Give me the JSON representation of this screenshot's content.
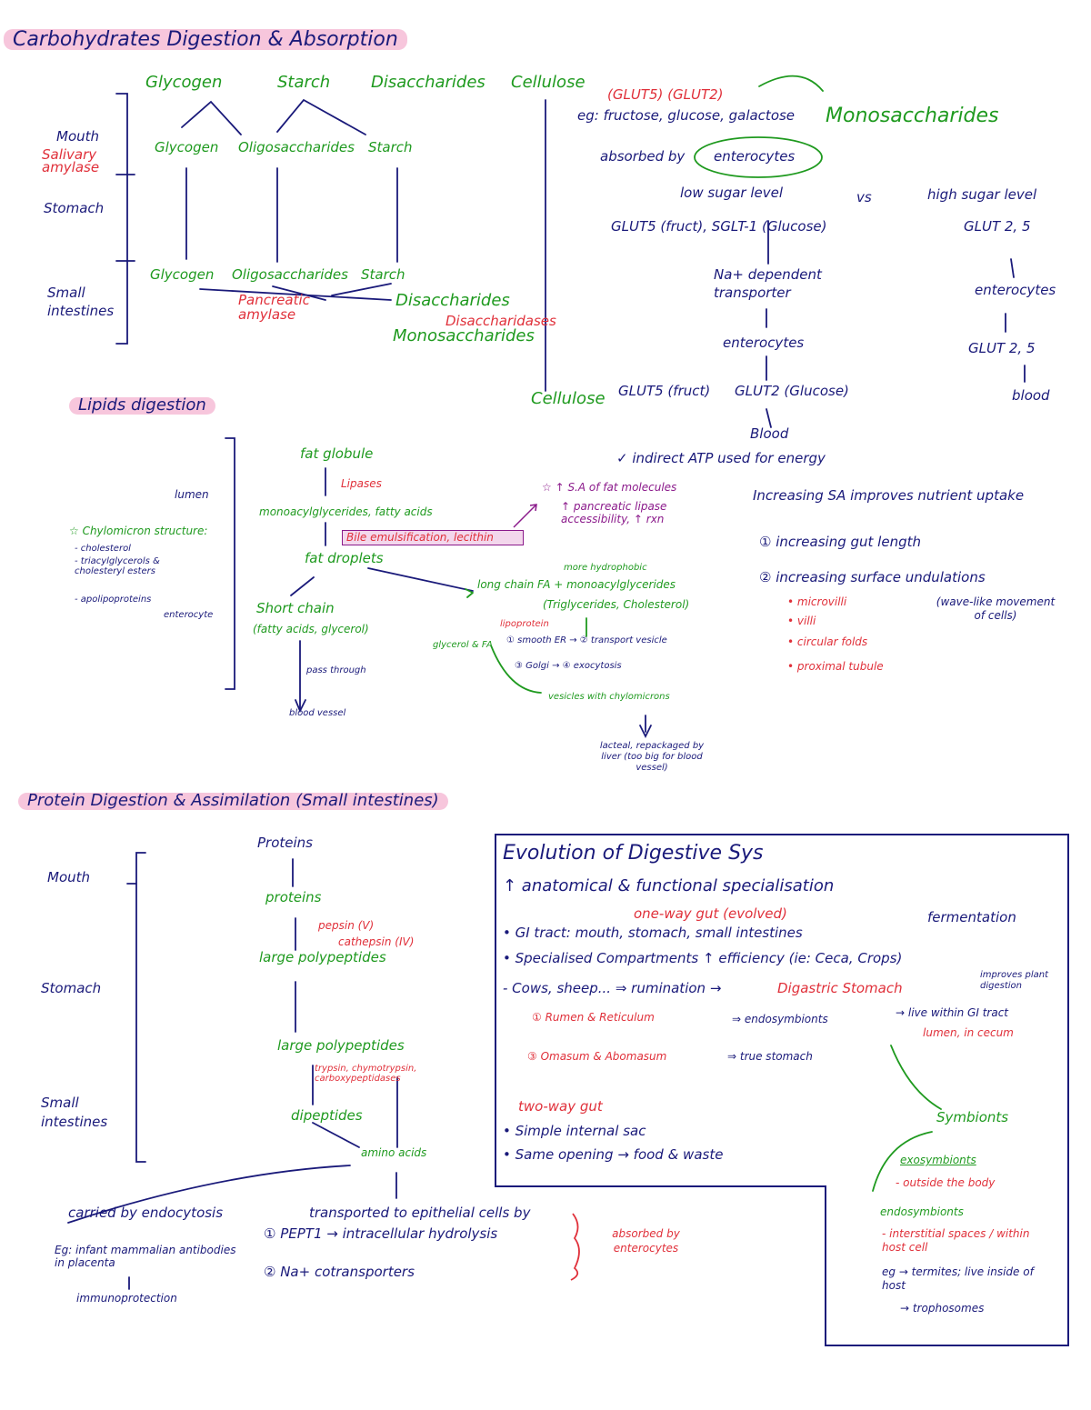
{
  "carbs": {
    "title": "Carbohydrates Digestion & Absorption",
    "top": [
      "Glycogen",
      "Starch",
      "Disaccharides",
      "Cellulose"
    ],
    "mouth": "Mouth",
    "salivary": "Salivary amylase",
    "stomach": "Stomach",
    "small": "Small intestines",
    "row2": [
      "Glycogen",
      "Oligosaccharides",
      "Starch"
    ],
    "row3": [
      "Glycogen",
      "Oligosaccharides",
      "Starch"
    ],
    "pancreatic": "Pancreatic amylase",
    "disaccharides": "Disaccharides",
    "disaccharidases": "Disaccharidases",
    "monosaccharides_low": "Monosaccharides",
    "cellulose_bottom": "Cellulose",
    "glut_red": "(GLUT5) (GLUT2)",
    "eg_line": "eg: fructose, glucose, galactose",
    "mono_title": "Monosaccharides",
    "absorbed": "absorbed by",
    "enterocytes_circle": "enterocytes",
    "low": "low sugar level",
    "vs": "vs",
    "high": "high sugar level",
    "glut_low": "GLUT5 (fruct), SGLT-1 (Glucose)",
    "glut25": "GLUT 2, 5",
    "na_dep": "Na+ dependent transporter",
    "entero2": "enterocytes",
    "entero3": "enterocytes",
    "glut25b": "GLUT 2, 5",
    "glut5fruct": "GLUT5 (fruct)",
    "glut2glu": "GLUT2 (Glucose)",
    "blood1": "Blood",
    "blood2": "blood",
    "indirect": "✓ indirect ATP used for energy",
    "increasing": "Increasing SA improves nutrient uptake",
    "inc1": "① increasing gut length",
    "inc2": "② increasing surface undulations",
    "list": [
      "• microvilli",
      "• villi",
      "• circular folds",
      "• proximal tubule"
    ],
    "wave": "(wave-like movement of cells)"
  },
  "lipids": {
    "title": "Lipids digestion",
    "lumen": "lumen",
    "chylo_title": "☆ Chylomicron structure:",
    "chylo_items": [
      "- cholesterol",
      "- triacylglycerols & cholesteryl esters",
      "- apolipoproteins"
    ],
    "enterocyte": "enterocyte",
    "fat_globule": "fat globule",
    "lipases": "Lipases",
    "mono_fa": "monoacylglycerides, fatty acids",
    "bile": "Bile emulsification, lecithin",
    "fat_droplets": "fat droplets",
    "sa_note": "☆ ↑ S.A of fat molecules",
    "pancreatic_lipase": "↑ pancreatic lipase accessibility, ↑ rxn",
    "more_hydro": "more hydrophobic",
    "long_chain": "long chain FA + monoacylglycerides",
    "trig": "(Triglycerides, Cholesterol)",
    "lipoprotein": "lipoprotein",
    "glycerol_fa": "glycerol & FA",
    "step1": "① smooth ER → ② transport vesicle",
    "step3": "③ Golgi → ④ exocytosis",
    "vesicles": "vesicles with chylomicrons",
    "short_chain": "Short chain",
    "fatty_acids": "(fatty acids, glycerol)",
    "pass": "pass through",
    "blood_vessel": "blood vessel",
    "lacteal": "lacteal, repackaged by liver (too big for blood vessel)"
  },
  "protein": {
    "title": "Protein Digestion & Assimilation (Small intestines)",
    "mouth": "Mouth",
    "stomach": "Stomach",
    "small": "Small intestines",
    "proteins": "Proteins",
    "proteins2": "proteins",
    "pepsin": "pepsin (V)",
    "cathepsin": "cathepsin (IV)",
    "large1": "large polypeptides",
    "large2": "large polypeptides",
    "trypsin": "trypsin, chymotrypsin, carboxypeptidases",
    "dipeptides": "dipeptides",
    "amino": "amino acids",
    "carried": "carried by endocytosis",
    "eg_infant": "Eg: infant mammalian antibodies in placenta",
    "immuno": "immunoprotection",
    "transported": "transported to epithelial cells by",
    "pept1": "① PEPT1 → intracellular hydrolysis",
    "na_co": "② Na+ cotransporters",
    "absorbed": "absorbed by enterocytes"
  },
  "evolution": {
    "title": "Evolution of Digestive Sys",
    "sub": "↑ anatomical & functional specialisation",
    "oneway": "one-way gut (evolved)",
    "fermentation": "fermentation",
    "gi": "• GI tract: mouth, stomach, small intestines",
    "spec": "• Specialised Compartments ↑ efficiency (ie: Ceca, Crops)",
    "cows": "- Cows, sheep... ⇒ rumination →",
    "digastric": "Digastric Stomach",
    "improves": "improves plant digestion",
    "rumen": "① Rumen & Reticulum",
    "endosym": "⇒ endosymbionts",
    "live_within": "→ live within GI tract",
    "lumen_cecum": "lumen, in cecum",
    "omasum": "③ Omasum & Abomasum",
    "true_stomach": "⇒ true stomach",
    "symbionts": "Symbionts",
    "twoway": "two-way gut",
    "simple": "• Simple internal sac",
    "same": "• Same opening → food & waste",
    "exo": "exosymbionts",
    "outside": "- outside the body",
    "endo2": "endosymbionts",
    "interstitial": "- interstitial spaces / within host cell",
    "eg_termites": "eg → termites; live inside of host",
    "trophosomes": "→ trophosomes"
  }
}
